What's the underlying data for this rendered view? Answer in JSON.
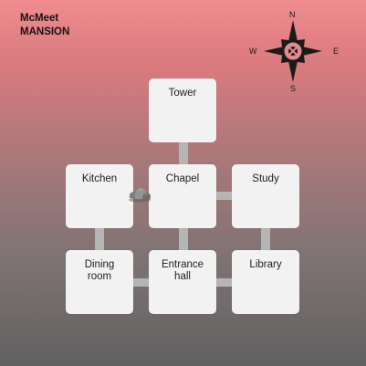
{
  "map": {
    "title_line1": "McMeet",
    "title_line2": "MANSION"
  },
  "compass": {
    "north": "N",
    "south": "S",
    "east": "E",
    "west": "W",
    "icon": "compass-rose-icon"
  },
  "rooms": {
    "tower": "Tower",
    "kitchen": "Kitchen",
    "chapel": "Chapel",
    "study": "Study",
    "dining": "Dining\nroom",
    "entrance": "Entrance\nhall",
    "library": "Library"
  },
  "player": {
    "icon": "rock-pile-icon",
    "location": "Kitchen"
  }
}
